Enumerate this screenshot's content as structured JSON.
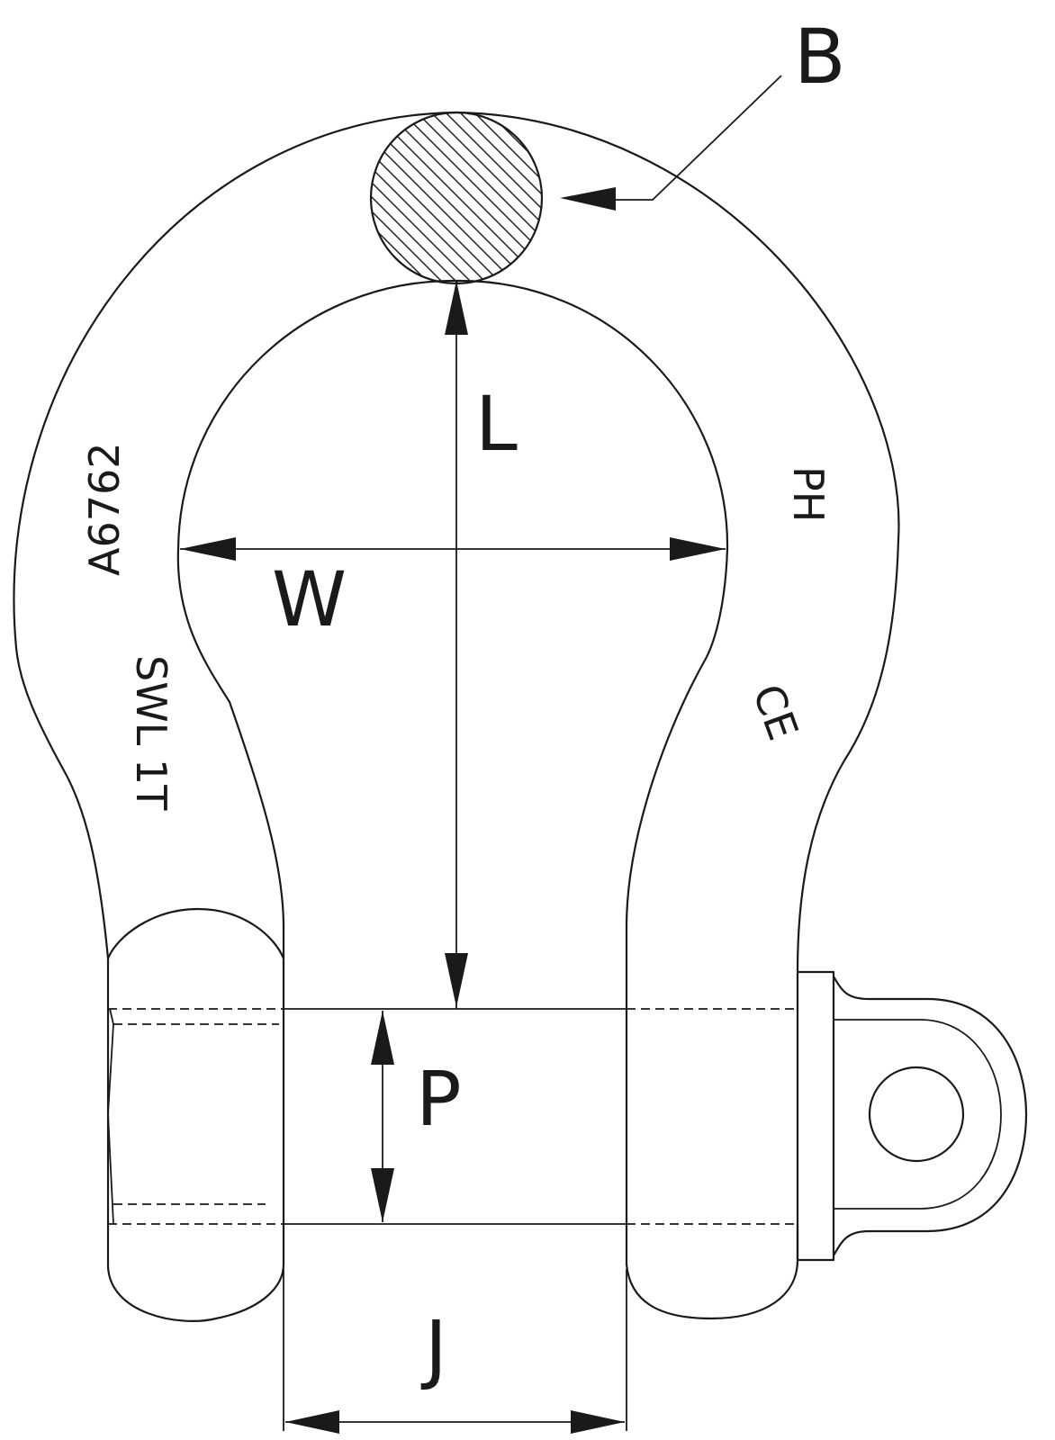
{
  "diagram": {
    "labels": {
      "bow_diameter": "B",
      "inside_length": "L",
      "inside_width": "W",
      "pin_diameter": "P",
      "jaw_width": "J"
    },
    "markings": {
      "left_upper": "A6762",
      "left_lower": "SWL 1T",
      "right_upper": "PH",
      "right_lower": "CE"
    },
    "colors": {
      "ink": "#1a1a1a",
      "background": "#ffffff"
    }
  }
}
